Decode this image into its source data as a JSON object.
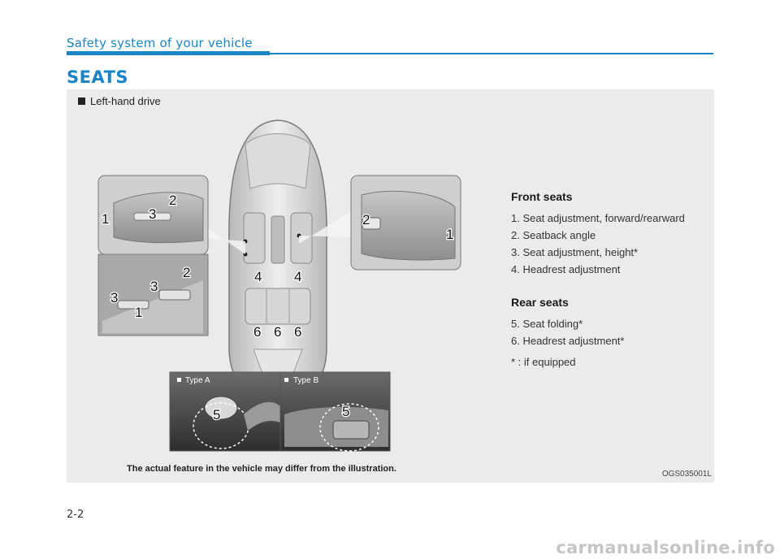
{
  "header": {
    "section_title": "Safety system of your vehicle",
    "page_title": "SEATS"
  },
  "figure": {
    "drive_label": "Left-hand drive",
    "callouts": {
      "front_left_1": "1",
      "front_left_2": "2",
      "front_left_3": "3",
      "lower_left_3a": "3",
      "lower_left_3b": "3",
      "lower_left_2": "2",
      "lower_left_1": "1",
      "front_right_2": "2",
      "front_right_1": "1",
      "car_4a": "4",
      "car_4b": "4",
      "car_6a": "6",
      "car_6b": "6",
      "car_6c": "6",
      "type_a_5": "5",
      "type_b_5": "5"
    },
    "type_a_label": "Type A",
    "type_b_label": "Type B",
    "disclaimer": "The actual feature in the vehicle may differ from the illustration.",
    "code": "OGS035001L"
  },
  "front_seats": {
    "heading": "Front seats",
    "items": [
      "1. Seat adjustment, forward/rearward",
      "2. Seatback angle",
      "3. Seat adjustment, height*",
      "4. Headrest adjustment"
    ]
  },
  "rear_seats": {
    "heading": "Rear seats",
    "items": [
      "5. Seat folding*",
      "6. Headrest adjustment*"
    ]
  },
  "footnote": "* : if equipped",
  "page_number": "2-2",
  "watermark": "carmanualsonline.info",
  "colors": {
    "accent": "#1a84c7",
    "panel": "#ebebeb"
  }
}
